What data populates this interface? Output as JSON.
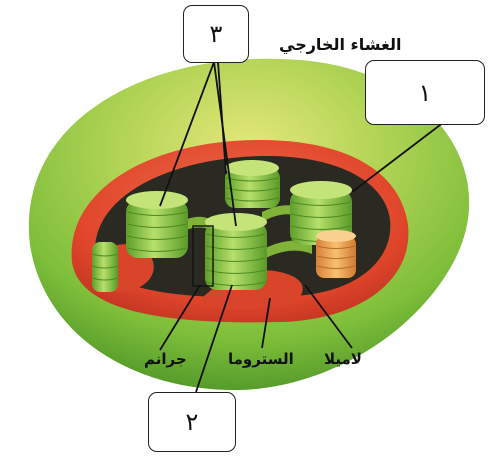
{
  "labels": {
    "outer_membrane": "الغشاء الخارجي",
    "granum": "جرانم",
    "stroma": "الستروما",
    "lamella": "لاميلا"
  },
  "number_boxes": {
    "box_1": "١",
    "box_2": "٢",
    "box_3": "٣"
  },
  "colors": {
    "outer_membrane_green": "#8cc63f",
    "inner_membrane_red": "#e8442a",
    "stroma_red": "#d9452b",
    "thylakoid_green": "#8ac23a",
    "lamella_orange": "#f0a050",
    "interior_dark": "#2a2a22"
  }
}
